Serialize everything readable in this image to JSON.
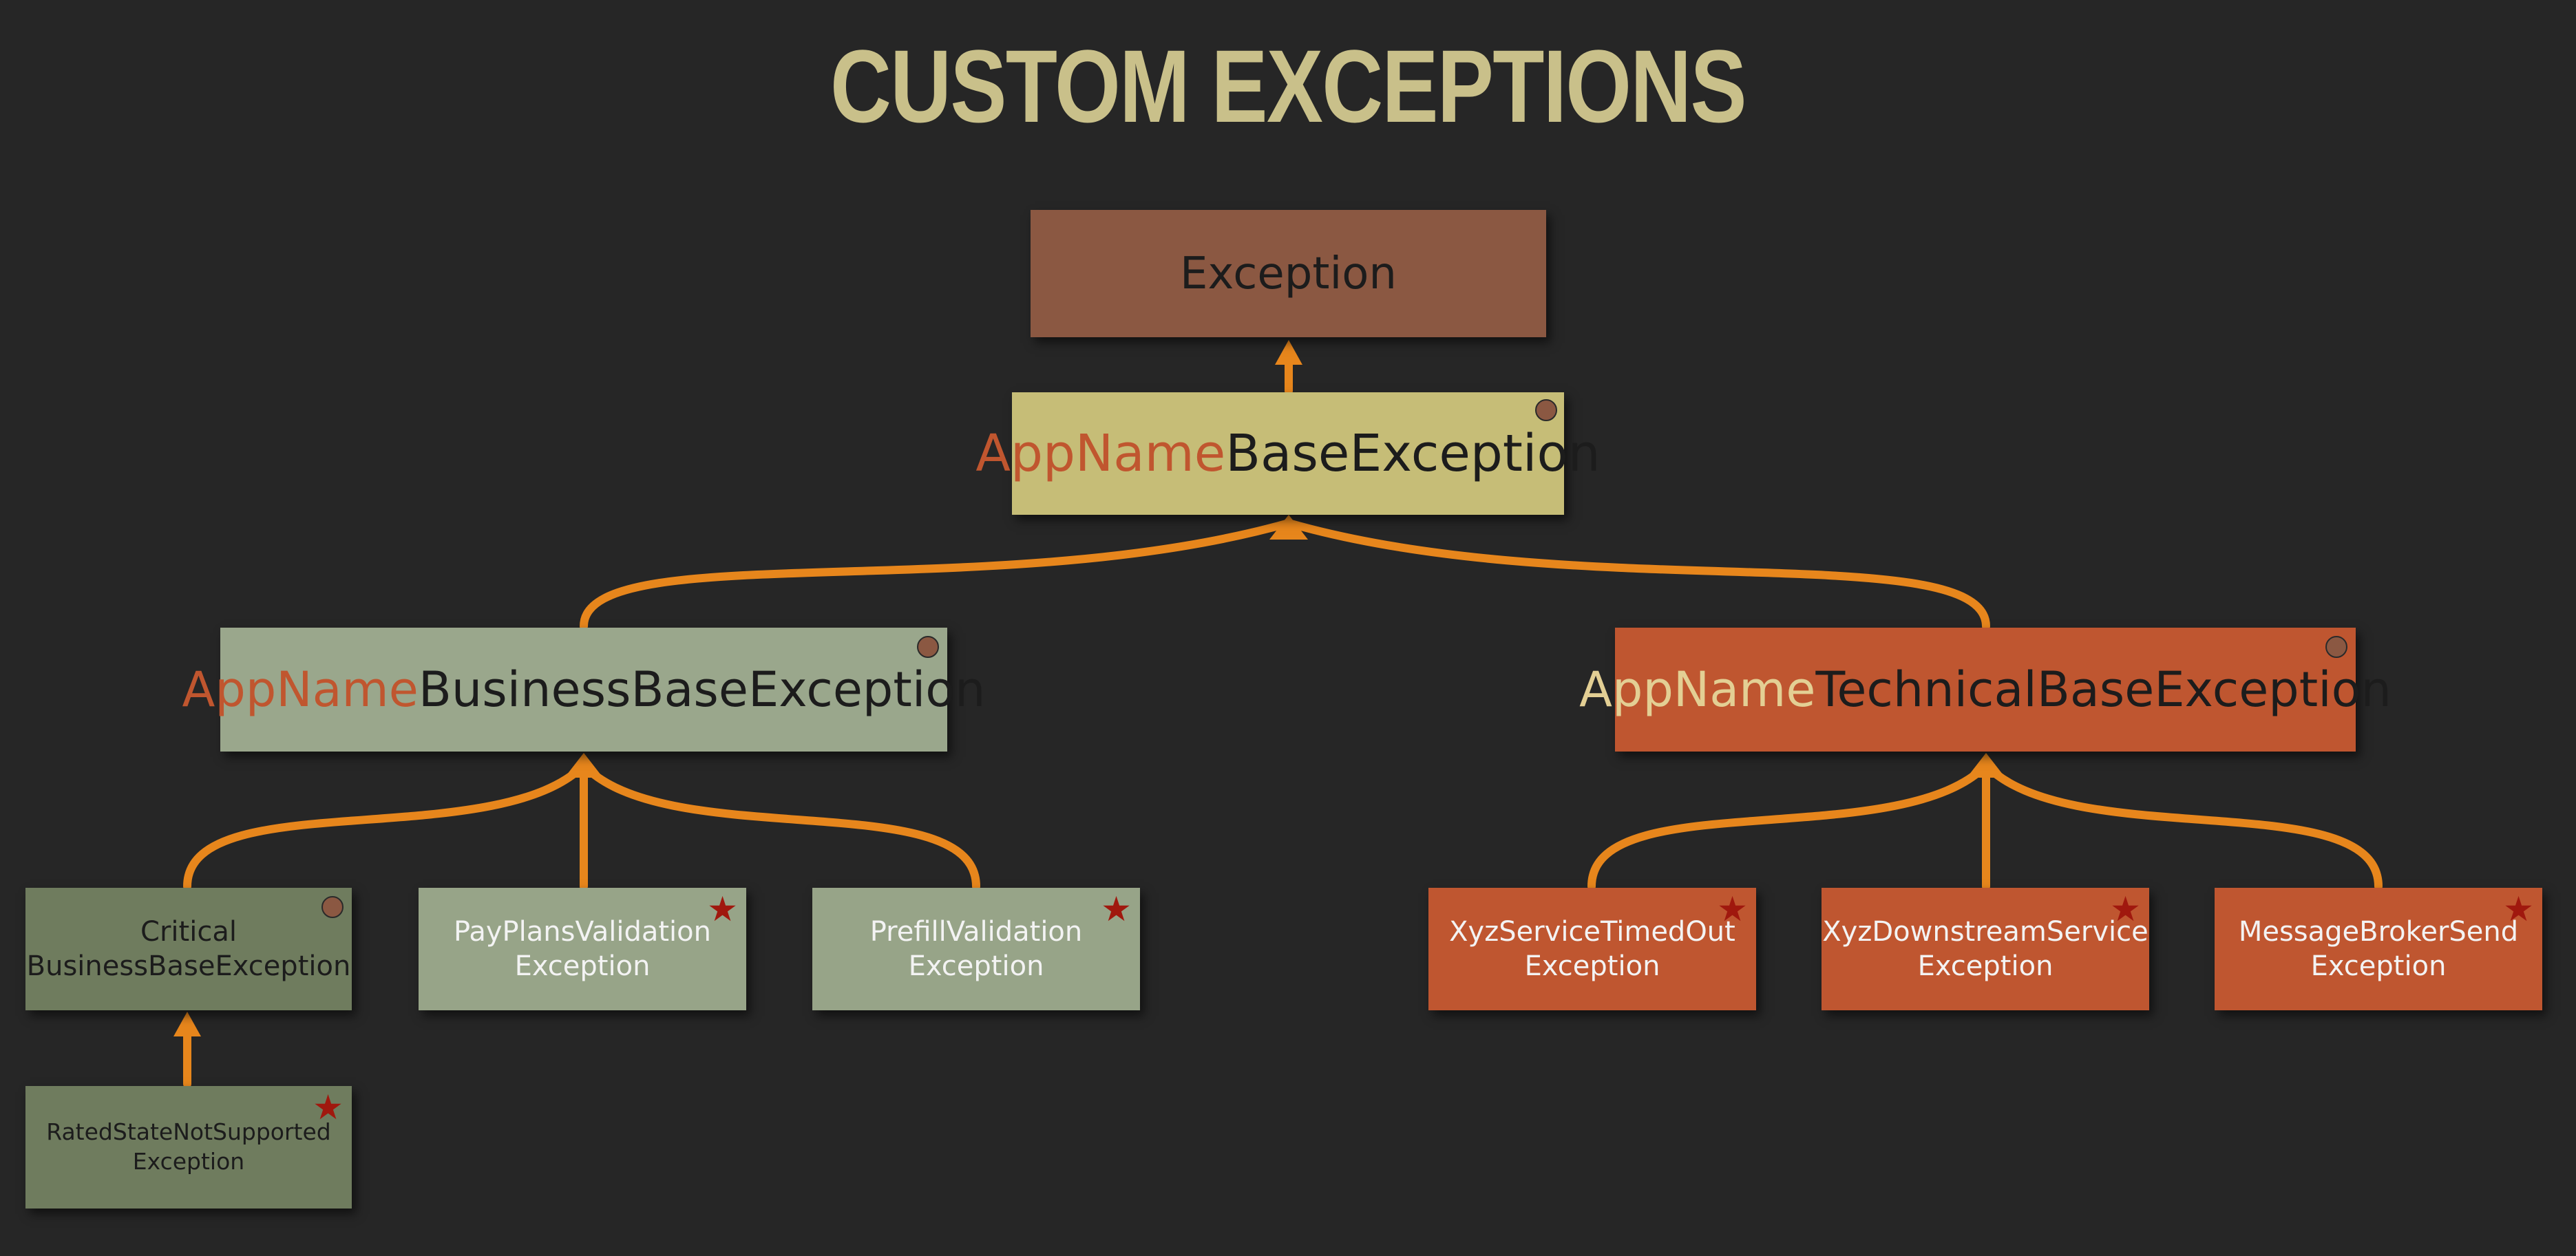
{
  "title": "CUSTOM EXCEPTIONS",
  "colors": {
    "background": "#262626",
    "title": "#c9c08a",
    "arrow": "#e7861c",
    "root": "#8b5842",
    "base": "#c6bd77",
    "business": "#9aa78c",
    "technical": "#bf5630",
    "business_leaf": "#97a488",
    "business_leaf_dark": "#6f7c5e",
    "star": "#a0180e"
  },
  "nodes": {
    "exception": {
      "label": "Exception"
    },
    "base": {
      "prefix": "AppName",
      "suffix": "BaseException",
      "marker": "circle"
    },
    "business": {
      "prefix": "AppName",
      "suffix": "BusinessBaseException",
      "marker": "circle"
    },
    "technical": {
      "prefix": "AppName",
      "suffix": "TechnicalBaseException",
      "marker": "circle"
    },
    "critical": {
      "line1": "Critical",
      "line2": "BusinessBaseException",
      "marker": "circle"
    },
    "payplans": {
      "line1": "PayPlansValidation",
      "line2": "Exception",
      "marker": "star"
    },
    "prefill": {
      "line1": "PrefillValidation",
      "line2": "Exception",
      "marker": "star"
    },
    "ratedstate": {
      "line1": "RatedStateNotSupported",
      "line2": "Exception",
      "marker": "star"
    },
    "xyzservice": {
      "line1": "XyzServiceTimedOut",
      "line2": "Exception",
      "marker": "star"
    },
    "xyzdownstream": {
      "line1": "XyzDownstreamService",
      "line2": "Exception",
      "marker": "star"
    },
    "messagebroker": {
      "line1": "MessageBrokerSend",
      "line2": "Exception",
      "marker": "star"
    }
  },
  "edges": [
    {
      "from": "base",
      "to": "exception"
    },
    {
      "from": "business",
      "to": "base"
    },
    {
      "from": "technical",
      "to": "base"
    },
    {
      "from": "critical",
      "to": "business"
    },
    {
      "from": "payplans",
      "to": "business"
    },
    {
      "from": "prefill",
      "to": "business"
    },
    {
      "from": "ratedstate",
      "to": "critical"
    },
    {
      "from": "xyzservice",
      "to": "technical"
    },
    {
      "from": "xyzdownstream",
      "to": "technical"
    },
    {
      "from": "messagebroker",
      "to": "technical"
    }
  ]
}
